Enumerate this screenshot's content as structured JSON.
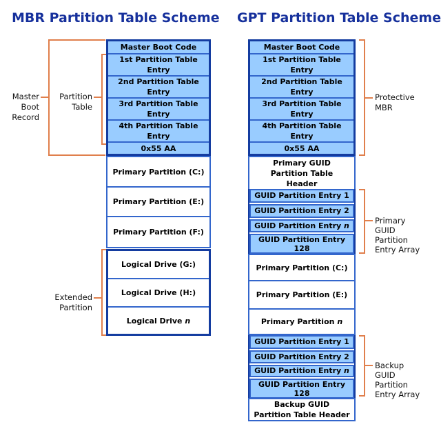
{
  "titles": {
    "left": "MBR Partition Table Scheme",
    "right": "GPT Partition Table Scheme"
  },
  "colors": {
    "fill": "#99CCFF",
    "med": "#3366CC",
    "dark": "#143CA0",
    "orange": "#E07F4C",
    "title": "#16309C"
  },
  "mbr": {
    "boot": [
      {
        "l1": "Master Boot Code"
      },
      {
        "l1": "1st Partition Table",
        "l2": "Entry"
      },
      {
        "l1": "2nd Partition Table",
        "l2": "Entry"
      },
      {
        "l1": "3rd Partition Table",
        "l2": "Entry"
      },
      {
        "l1": "4th Partition Table",
        "l2": "Entry"
      },
      {
        "l1": "0x55 AA"
      }
    ],
    "primary": [
      {
        "l1": "Primary Partition (C:)"
      },
      {
        "l1": "Primary Partition (E:)"
      },
      {
        "l1": "Primary Partition (F:)"
      }
    ],
    "extended": [
      {
        "l1": "Logical Drive (G:)"
      },
      {
        "l1": "Logical Drive (H:)"
      },
      {
        "l1": "Logical Drive ",
        "it": "n"
      }
    ]
  },
  "gpt": {
    "boot": [
      {
        "l1": "Master Boot Code"
      },
      {
        "l1": "1st Partition Table",
        "l2": "Entry"
      },
      {
        "l1": "2nd Partition Table",
        "l2": "Entry"
      },
      {
        "l1": "3rd Partition Table",
        "l2": "Entry"
      },
      {
        "l1": "4th Partition Table",
        "l2": "Entry"
      },
      {
        "l1": "0x55 AA"
      }
    ],
    "primary_header": {
      "l1": "Primary GUID",
      "l2": "Partition Table",
      "l3": "Header"
    },
    "primary_array": [
      {
        "l1": "GUID Partition Entry 1"
      },
      {
        "l1": "GUID Partition Entry 2"
      },
      {
        "l1": "GUID Partition Entry ",
        "it": "n"
      },
      {
        "l1": "GUID Partition Entry",
        "l2": "128"
      }
    ],
    "primary": [
      {
        "l1": "Primary Partition (C:)"
      },
      {
        "l1": "Primary Partition (E:)"
      },
      {
        "l1": "Primary Partition ",
        "it": "n"
      }
    ],
    "backup_array": [
      {
        "l1": "GUID Partition Entry 1"
      },
      {
        "l1": "GUID Partition Entry 2"
      },
      {
        "l1": "GUID Partition Entry ",
        "it": "n"
      },
      {
        "l1": "GUID Partition Entry",
        "l2": "128"
      }
    ],
    "backup_header": {
      "l1": "Backup GUID",
      "l2": "Partition Table Header"
    }
  },
  "labels": {
    "master_boot_record": {
      "lines": [
        "Master",
        "Boot",
        "Record"
      ]
    },
    "partition_table": {
      "lines": [
        "Partition",
        "Table"
      ]
    },
    "extended_partition": {
      "lines": [
        "Extended",
        "Partition"
      ]
    },
    "protective_mbr": {
      "lines": [
        "Protective",
        "MBR"
      ]
    },
    "primary_guid_array": {
      "lines": [
        "Primary",
        "GUID",
        "Partition",
        "Entry Array"
      ]
    },
    "backup_guid_array": {
      "lines": [
        "Backup",
        "GUID",
        "Partition",
        "Entry Array"
      ]
    }
  }
}
